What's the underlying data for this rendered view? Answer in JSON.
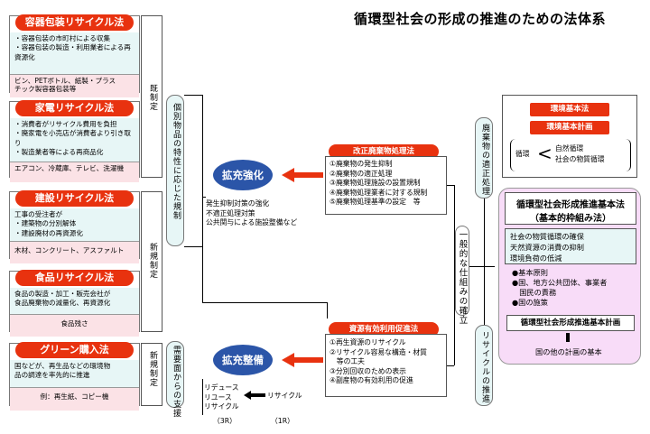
{
  "title": "循環型社会の形成の推進のための法体系",
  "laws": [
    {
      "name": "容器包装リサイクル法",
      "bullets": [
        "・容器包装の市町村による収集",
        "・容器包装の製造・利用業者による再資源化"
      ],
      "items": [
        "ビン、PETボトル、紙製・プラス",
        "チック製容器包装等"
      ]
    },
    {
      "name": "家電リサイクル法",
      "bullets": [
        "・消費者がリサイクル費用を負担",
        "・廃家電を小売店が消費者より引き取り",
        "・製造業者等による再商品化"
      ],
      "items": [
        "エアコン、冷蔵庫、テレビ、洗濯機"
      ]
    },
    {
      "name": "建設リサイクル法",
      "bullets": [
        "工事の受注者が",
        "・建築物の分別解体",
        "・建設廃材の再資源化"
      ],
      "items": [
        "木材、コンクリート、アスファルト"
      ]
    },
    {
      "name": "食品リサイクル法",
      "bullets": [
        "食品の製造・加工・販売会社が",
        "食品廃棄物の減量化、再資源化"
      ],
      "items": [
        "食品残さ"
      ]
    },
    {
      "name": "グリーン購入法",
      "bullets": [
        "国などが、再生品などの環境物",
        "品の調達を率先的に推進"
      ],
      "items": [
        "例：再生紙、コピー機"
      ]
    }
  ],
  "labels": {
    "kisei": "既制定",
    "shinki1": "新規制定",
    "shinki2": "新規制定",
    "kobetsu": "個別物品の特性に応じた規制",
    "juyo": "需要面からの支援",
    "ippan": "一般的な仕組みの確立",
    "haikibutsu_tekisei": "廃棄物の適正処理",
    "recycle_suishin": "リサイクルの推進"
  },
  "kakuju1": {
    "name": "拡充強化",
    "notes": [
      "発生抑制対策の強化",
      "不適正処理対策",
      "公共関与による施設整備など"
    ]
  },
  "kakuju2": {
    "name": "拡充整備",
    "left": [
      "リデュース",
      "リユース",
      "リサイクル"
    ],
    "right": "リサイクル",
    "left_tag": "（3R）",
    "right_tag": "（1R）"
  },
  "haikibutsu_law": {
    "name": "改正廃棄物処理法",
    "items": [
      "①廃棄物の発生抑制",
      "②廃棄物の適正処理",
      "③廃棄物処理施設の設置規制",
      "④廃棄物処理業者に対する規制",
      "⑤廃棄物処理基準の設定　等"
    ]
  },
  "shigen_law": {
    "name": "資源有効利用促進法",
    "items": [
      "①再生資源のリサイクル",
      "②リサイクル容易な構造・材質",
      "　等の工夫",
      "③分別回収のための表示",
      "④副産物の有効利用の促進"
    ]
  },
  "env": {
    "basic_law": "環境基本法",
    "basic_plan": "環境基本計画",
    "junkan": "循環",
    "shizen": "自然循環",
    "shakai": "社会の物質循環"
  },
  "junkan_law": {
    "name1": "循環型社会形成推進基本法",
    "name2": "（基本的枠組み法）",
    "aims": [
      "社会の物質循環の確保",
      "天然資源の消費の抑制",
      "環境負荷の低減"
    ],
    "points": [
      "●基本原則",
      "●国、地方公共団体、事業者",
      "　国民の責務",
      "●国の施策"
    ],
    "plan": "循環型社会形成推進基本計画",
    "other": "国の他の計画の基本"
  }
}
